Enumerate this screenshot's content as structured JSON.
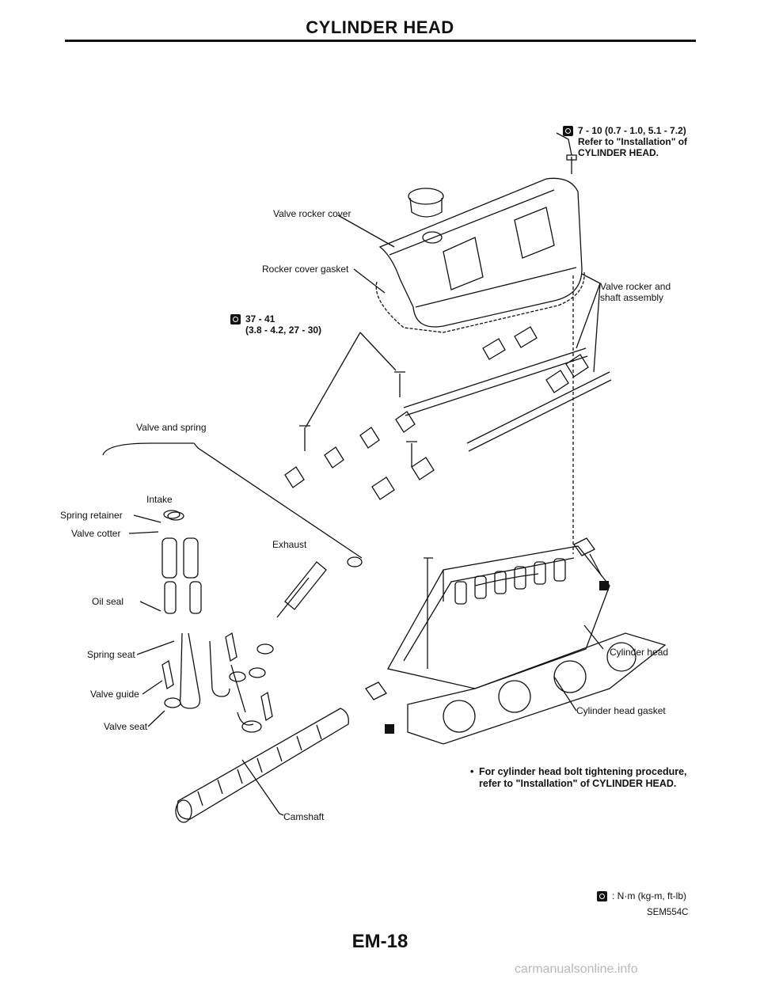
{
  "header": {
    "title": "CYLINDER HEAD"
  },
  "torque_top": {
    "value": "7 - 10 (0.7 - 1.0, 5.1 - 7.2)",
    "line2": "Refer to \"Installation\" of",
    "line3": "CYLINDER HEAD."
  },
  "torque_mid": {
    "value": "37 - 41",
    "line2": "(3.8 - 4.2, 27 - 30)"
  },
  "labels": {
    "valve_rocker_cover": "Valve rocker cover",
    "rocker_cover_gasket": "Rocker cover gasket",
    "valve_rocker_and": "Valve rocker and",
    "shaft_assembly": "shaft assembly",
    "valve_and_spring": "Valve and spring",
    "intake": "Intake",
    "exhaust": "Exhaust",
    "spring_retainer": "Spring retainer",
    "valve_cotter": "Valve cotter",
    "oil_seal": "Oil seal",
    "spring_seat": "Spring seat",
    "valve_guide": "Valve guide",
    "valve_seat": "Valve seat",
    "cylinder_head": "Cylinder head",
    "cylinder_head_gasket": "Cylinder head gasket",
    "camshaft": "Camshaft"
  },
  "note": {
    "bullet": "•",
    "line1": "For cylinder head bolt tightening procedure,",
    "line2": "refer to \"Installation\" of CYLINDER HEAD."
  },
  "legend": {
    "units": ": N·m (kg-m, ft-lb)"
  },
  "figure_code": "SEM554C",
  "footer": {
    "page_number": "EM-18"
  },
  "watermark": "carmanualsonline.info"
}
